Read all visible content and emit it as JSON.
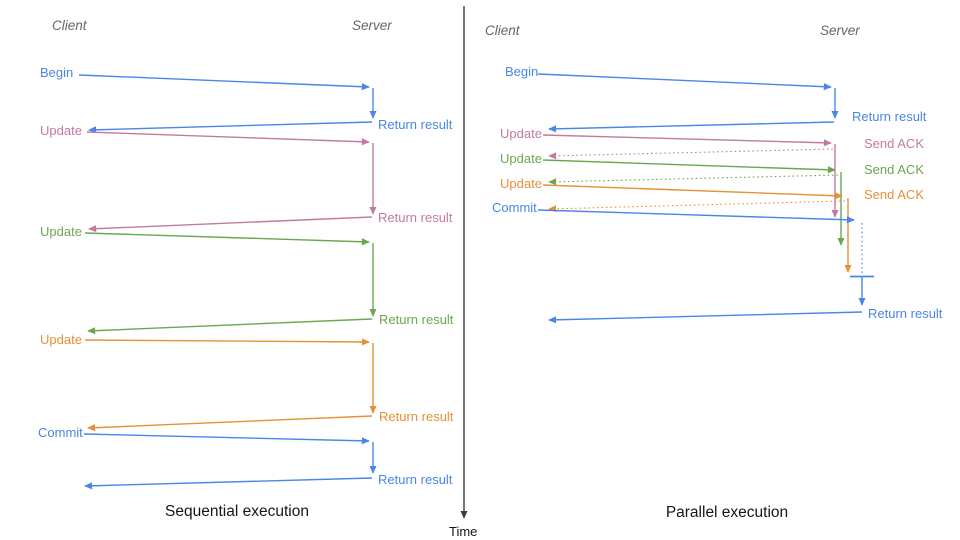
{
  "colors": {
    "blue": "#4a86e8",
    "pink": "#c27ba0",
    "green": "#6aa84f",
    "orange": "#e69138",
    "axis": "#3d3d3d",
    "header_gray": "#666666",
    "caption": "#161616"
  },
  "time_axis": {
    "label": "Time"
  },
  "sequential": {
    "client_label": "Client",
    "server_label": "Server",
    "caption": "Sequential execution",
    "rows": [
      {
        "label": "Begin",
        "color": "blue",
        "response": "Return result"
      },
      {
        "label": "Update",
        "color": "pink",
        "response": "Return result"
      },
      {
        "label": "Update",
        "color": "green",
        "response": "Return result"
      },
      {
        "label": "Update",
        "color": "orange",
        "response": "Return result"
      },
      {
        "label": "Commit",
        "color": "blue",
        "response": "Return result"
      }
    ]
  },
  "parallel": {
    "client_label": "Client",
    "server_label": "Server",
    "caption": "Parallel execution",
    "rows": [
      {
        "label": "Begin",
        "color": "blue",
        "response": "Return result",
        "response_style": "solid"
      },
      {
        "label": "Update",
        "color": "pink",
        "response": "Send ACK",
        "response_style": "dotted"
      },
      {
        "label": "Update",
        "color": "green",
        "response": "Send ACK",
        "response_style": "dotted"
      },
      {
        "label": "Update",
        "color": "orange",
        "response": "Send ACK",
        "response_style": "dotted"
      },
      {
        "label": "Commit",
        "color": "blue",
        "response": "Return result",
        "response_style": "solid"
      }
    ]
  }
}
